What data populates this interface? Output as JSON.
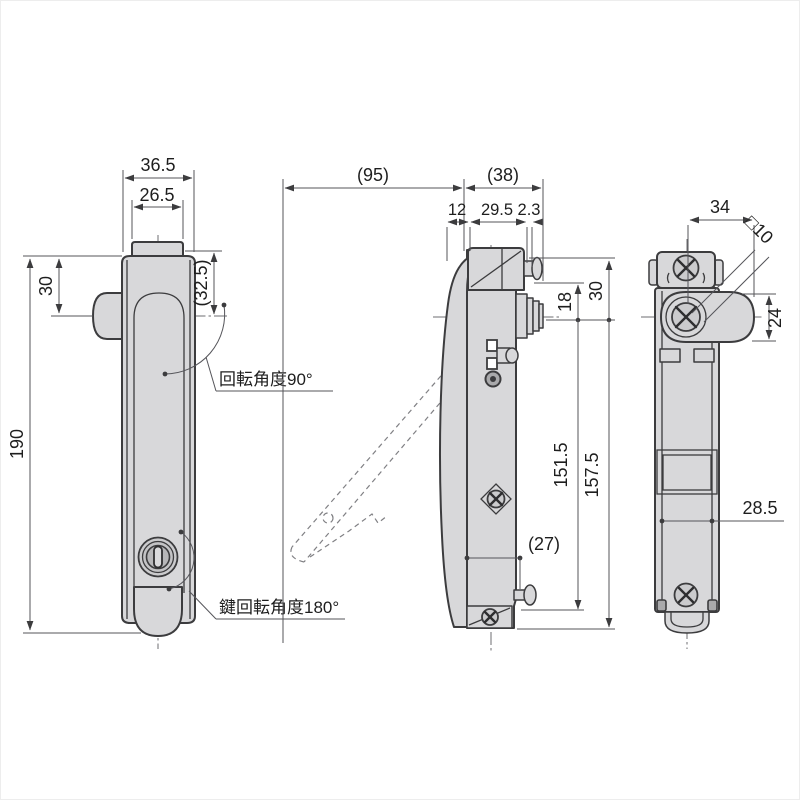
{
  "meta": {
    "background_color": "#ffffff",
    "line_color": "#3c3c3e",
    "part_fill_color": "#d8d8da",
    "drawing_type": "lock-handle-3-view-dimension-drawing"
  },
  "front_view": {
    "dim_width_overall": "36.5",
    "dim_width_cap": "26.5",
    "dim_height_ref": "(32.5)",
    "dim_top_to_center": "30",
    "dim_height_overall": "190",
    "label_handle_rotation": "回転角度90°",
    "label_key_rotation": "鍵回転角度180°"
  },
  "side_view": {
    "dim_open_projection": "(95)",
    "dim_depth_overall": "(38)",
    "dim_handle_thickness": "12",
    "dim_body_depth": "29.5",
    "dim_tip": "2.3",
    "dim_top_to_cam_small": "18",
    "dim_top_to_cam": "30",
    "dim_cam_to_bracket": "151.5",
    "dim_cam_to_bottom": "157.5",
    "dim_pin_offset": "(27)"
  },
  "rear_view": {
    "dim_cam_length": "34",
    "dim_square_shaft": "□10",
    "dim_cam_width": "24",
    "dim_body_width": "28.5"
  }
}
